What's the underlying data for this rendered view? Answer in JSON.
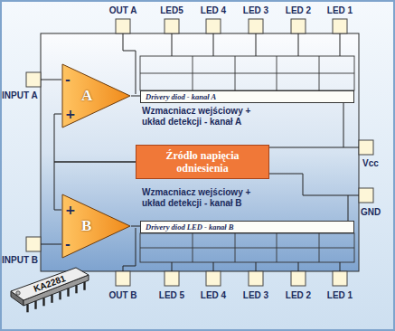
{
  "diagram": {
    "nodes": [
      {
        "text": [
          "-",
          "+",
          "A"
        ]
      },
      {
        "text": [
          "Drivery diod - kanał A"
        ]
      },
      {
        "text": [
          "Źródło napięcia odniesienia"
        ]
      },
      {
        "text": [
          "+",
          "-",
          "B"
        ]
      },
      {
        "text": [
          "Drivery diod LED - kanał B"
        ]
      }
    ],
    "edges": [
      {
        "from": 0,
        "to": 1,
        "arrow": "none"
      },
      {
        "from": 2,
        "to": 0,
        "arrow": "none"
      },
      {
        "from": 2,
        "to": 3,
        "arrow": "none"
      },
      {
        "from": 3,
        "to": 4,
        "arrow": "none"
      }
    ],
    "labels": [
      "OUT A",
      "LED5",
      "LED 4",
      "LED 3",
      "LED 2",
      "LED 1",
      "INPUT A",
      "Wzmacniacz wejściowy + układ detekcji - kanał A",
      "Vcc",
      "GND",
      "Wzmacniacz wejściowy + układ detekcji - kanał B",
      "INPUT B",
      "OUT B",
      "LED 5",
      "LED 4",
      "LED 3",
      "LED 2",
      "LED 1",
      "KA2281"
    ]
  }
}
